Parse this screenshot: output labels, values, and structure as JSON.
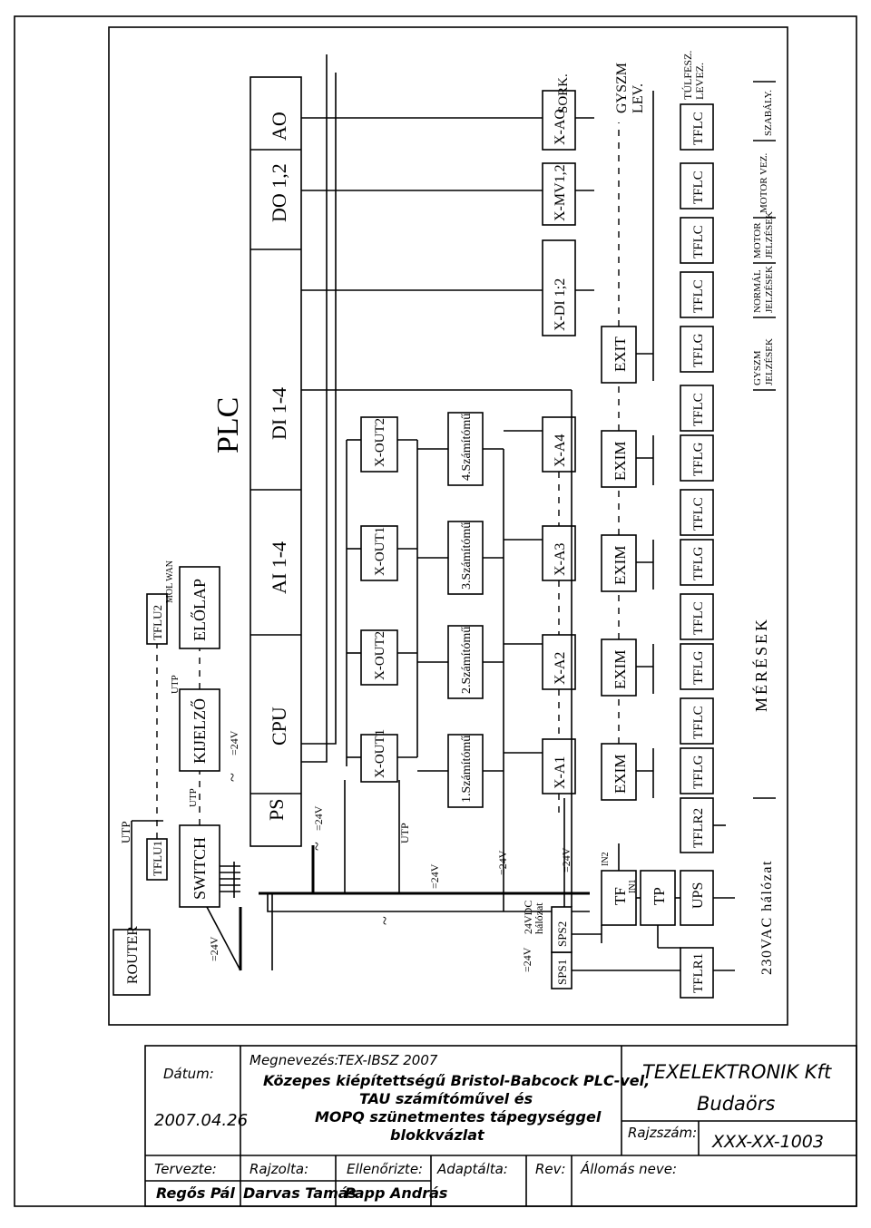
{
  "header": {
    "plc_title": "PLC"
  },
  "plc_modules": {
    "ps": "PS",
    "cpu": "CPU",
    "ai": "AI 1-4",
    "di": "DI 1-4",
    "do": "DO 1,2",
    "ao": "AO"
  },
  "network": {
    "router": "ROUTER",
    "tflu1": "TFLU1",
    "tflu2": "TFLU2",
    "switch": "SWITCH",
    "kijelzo": "KIJELZŐ",
    "elolap": "ELŐLAP",
    "mol_wan": "MOL WAN",
    "utp": "UTP",
    "utp2": "UTP",
    "utp3": "UTP",
    "utp4": "UTP"
  },
  "outputs": [
    "X-OUT1",
    "X-OUT2",
    "X-OUT1",
    "X-OUT2"
  ],
  "computers": [
    "1.Számítómű",
    "2.Számítómű",
    "3.Számítómű",
    "4.Számítómű"
  ],
  "x_row": [
    "X-A1",
    "X-A2",
    "X-A3",
    "X-A4",
    "X-DI 1;2",
    "X-MV1,2",
    "X-AO"
  ],
  "sork": "SORK.",
  "exim_row": [
    "EXIM",
    "EXIM",
    "EXIM",
    "EXIM",
    "EXIT"
  ],
  "gyszm_lev": [
    "GYSZM",
    "LEV."
  ],
  "bottom_row": [
    "TFLR2",
    "TFLG",
    "TFLC",
    "TFLG",
    "TFLC",
    "TFLG",
    "TFLC",
    "TFLG",
    "TFLC",
    "TFLG",
    "TFLC",
    "TFLC",
    "TFLC",
    "TFLC"
  ],
  "tulfesz_levez": [
    "TÚLFESZ.",
    "LEVEZ."
  ],
  "power": {
    "tflr1": "TFLR1",
    "ups": "UPS",
    "tf": "TF",
    "tp": "TP",
    "sps1": "SPS1",
    "sps2": "SPS2",
    "in1": "IN1",
    "in2": "IN2",
    "dc_label": [
      "24VDC",
      "hálózat"
    ]
  },
  "voltages": {
    "v24": "=24V"
  },
  "meresek": "MÉRÉSEK",
  "network_230": "230VAC hálózat",
  "legend": [
    "GYSZM",
    "JELZÉSEK",
    "NORMÁL",
    "JELZÉSEK",
    "MOTOR",
    "JELZÉSEK",
    "MOTOR VEZ.",
    "SZABÁLY."
  ],
  "titleblock": {
    "datum_label": "Dátum:",
    "datum_value": "2007.04.26",
    "megnevezes_label": "Megnevezés:",
    "megnevezes_value": "TEX-IBSZ 2007",
    "description": [
      "Közepes kiépítettségű Bristol-Babcock PLC-vel,",
      "TAU számítóművel és",
      "MOPQ szünetmentes tápegységgel",
      "blokkvázlat"
    ],
    "company": "TEXELEKTRONIK Kft",
    "city": "Budaörs",
    "rajzszam_label": "Rajzszám:",
    "rajzszam_value": "XXX-XX-1003",
    "tervezte_label": "Tervezte:",
    "tervezte_value": "Regős Pál",
    "rajzolta_label": "Rajzolta:",
    "rajzolta_value": "Darvas Tamás",
    "ellenorizte_label": "Ellenőrizte:",
    "ellenorizte_value": "Papp András",
    "adaptalta_label": "Adaptálta:",
    "rev_label": "Rev:",
    "allomas_label": "Állomás neve:"
  }
}
